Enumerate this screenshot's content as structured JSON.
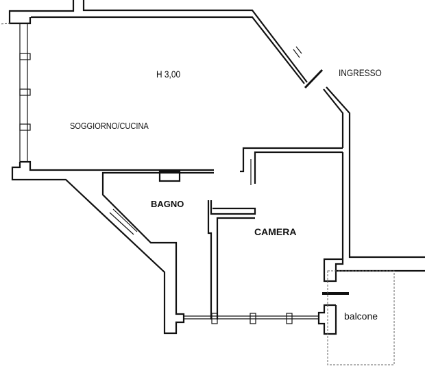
{
  "plan": {
    "rooms": [
      {
        "id": "soggiorno",
        "label": "SOGGIORNO/CUCINA"
      },
      {
        "id": "ingresso",
        "label": "INGRESSO"
      },
      {
        "id": "bagno",
        "label": "BAGNO"
      },
      {
        "id": "camera",
        "label": "CAMERA"
      },
      {
        "id": "balcone",
        "label": "balcone"
      }
    ],
    "ceiling_height": "H 3,00"
  }
}
